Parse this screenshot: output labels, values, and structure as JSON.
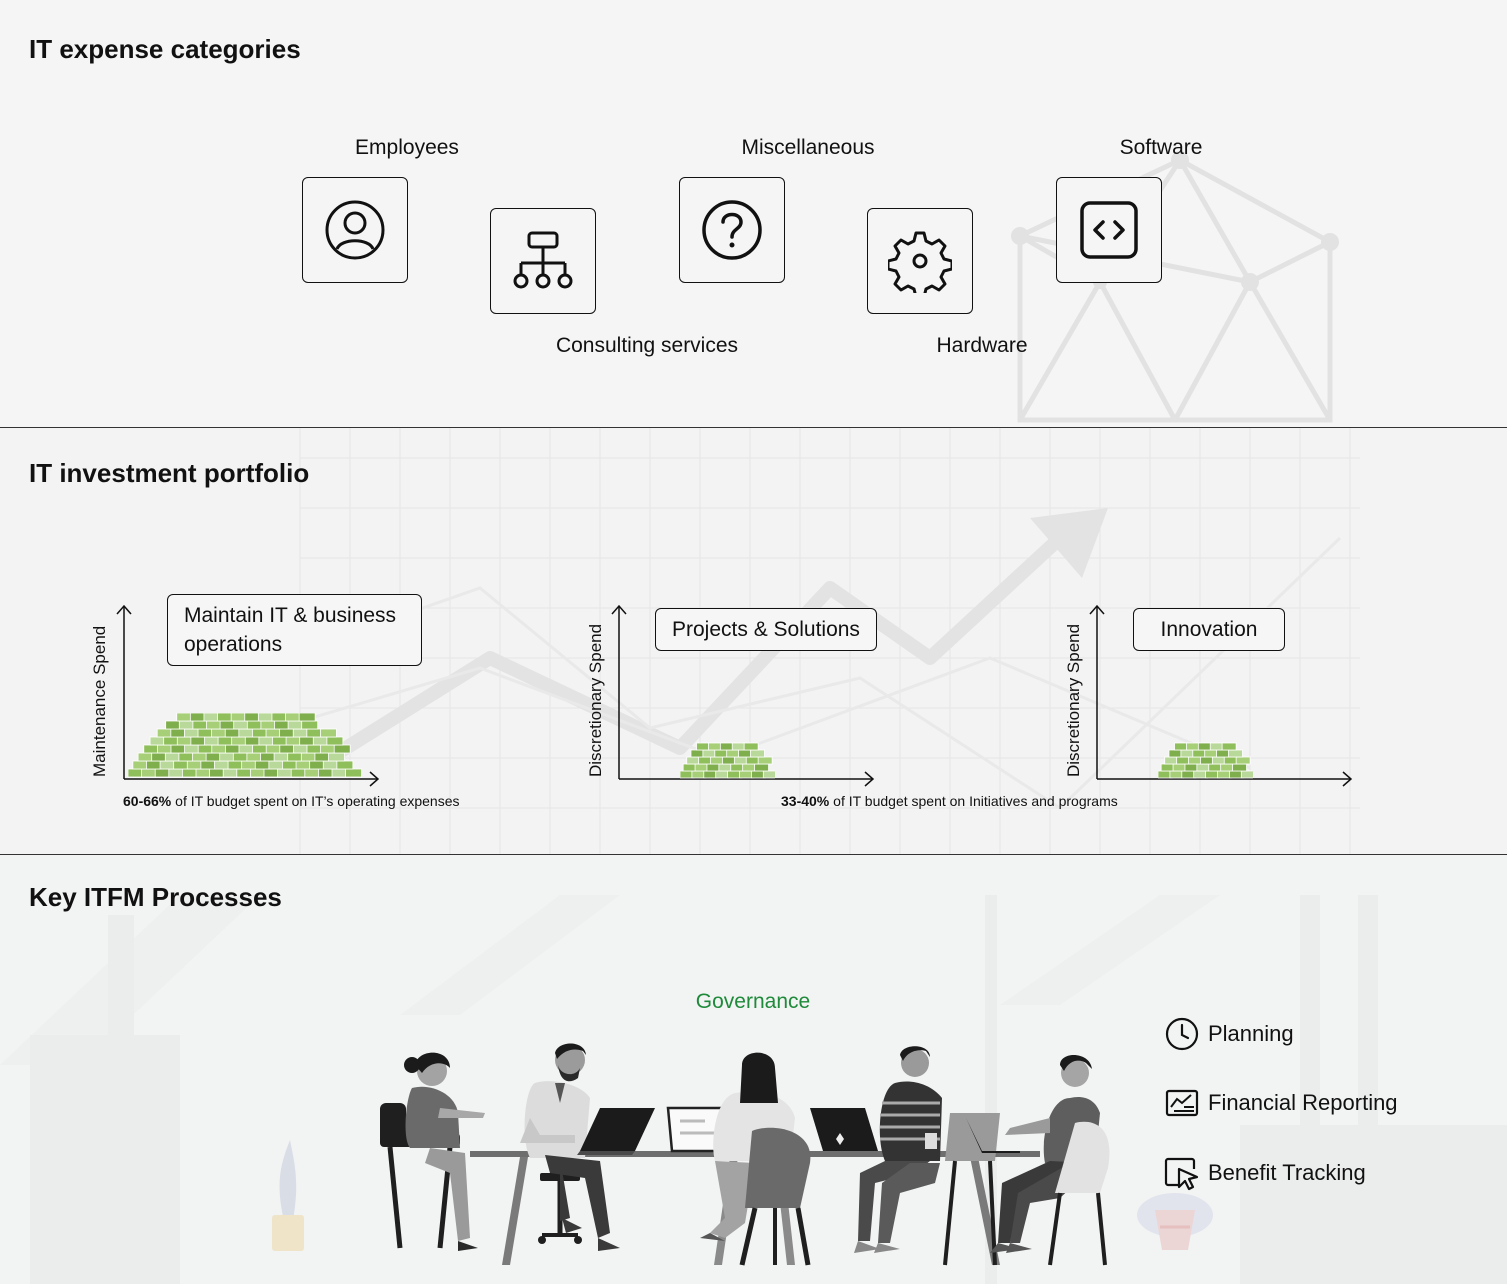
{
  "sections": {
    "expense": {
      "title": "IT expense categories",
      "categories": [
        {
          "label": "Employees",
          "icon": "user-icon"
        },
        {
          "label": "Consulting services",
          "icon": "org-chart-icon"
        },
        {
          "label": "Miscellaneous",
          "icon": "question-icon"
        },
        {
          "label": "Hardware",
          "icon": "gear-icon"
        },
        {
          "label": "Software",
          "icon": "code-icon"
        }
      ]
    },
    "portfolio": {
      "title": "IT investment portfolio",
      "buckets": [
        {
          "label": "Maintain IT & business operations",
          "axis": "Maintenance Spend",
          "icon": "money-pile-icon"
        },
        {
          "label": "Projects & Solutions",
          "axis": "Discretionary Spend",
          "icon": "money-stack-icon"
        },
        {
          "label": "Innovation",
          "axis": "Discretionary Spend",
          "icon": "money-stack-icon"
        }
      ],
      "captions": [
        {
          "bold": "60-66%",
          "text": " of IT budget spent on IT’s operating expenses"
        },
        {
          "bold": "33-40%",
          "text": " of IT budget spent on Initiatives and programs"
        }
      ]
    },
    "processes": {
      "title": "Key ITFM Processes",
      "governance": "Governance",
      "items": [
        {
          "label": "Planning",
          "icon": "clock-icon"
        },
        {
          "label": "Financial Reporting",
          "icon": "report-chart-icon"
        },
        {
          "label": "Benefit Tracking",
          "icon": "cursor-click-icon"
        }
      ]
    }
  },
  "colors": {
    "text": "#111111",
    "governance": "#1e8a3a",
    "money": "#8fbf5a",
    "divider": "#333333"
  }
}
